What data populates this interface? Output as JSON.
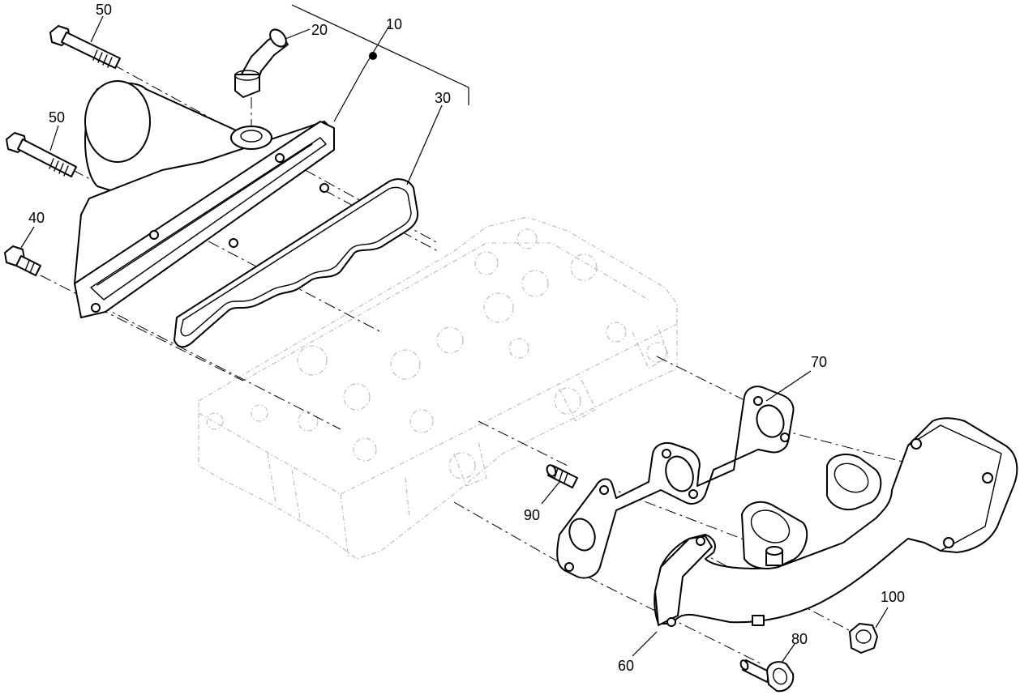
{
  "callouts": [
    {
      "id": "c10",
      "label": "10"
    },
    {
      "id": "c20",
      "label": "20"
    },
    {
      "id": "c30",
      "label": "30"
    },
    {
      "id": "c40",
      "label": "40"
    },
    {
      "id": "c50a",
      "label": "50"
    },
    {
      "id": "c50b",
      "label": "50"
    },
    {
      "id": "c60",
      "label": "60"
    },
    {
      "id": "c70",
      "label": "70"
    },
    {
      "id": "c80",
      "label": "80"
    },
    {
      "id": "c90",
      "label": "90"
    },
    {
      "id": "c100",
      "label": "100"
    }
  ]
}
